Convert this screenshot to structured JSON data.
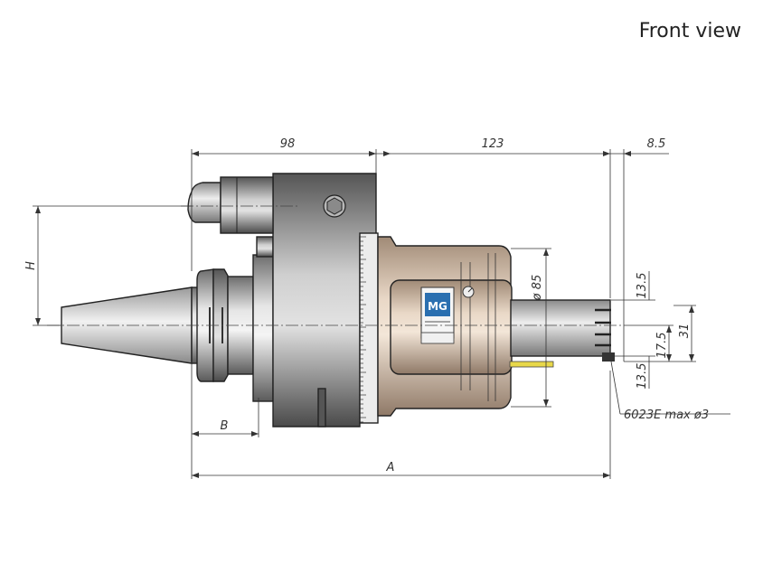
{
  "view_title": "Front view",
  "dimensions": {
    "d98": "98",
    "d123": "123",
    "d8_5": "8.5",
    "d85": "ø 85",
    "d13_5_top": "13.5",
    "d17_5": "17.5",
    "d31": "31",
    "d13_5_bottom": "13.5",
    "H": "H",
    "B": "B",
    "A": "A"
  },
  "callout": "6023E max ø3",
  "logo": "MG",
  "colors": {
    "body_tan": "#d8c2ad",
    "steel": "#c4c4c4",
    "dark_steel": "#7a7a7a",
    "pin": "#e8d84a"
  }
}
